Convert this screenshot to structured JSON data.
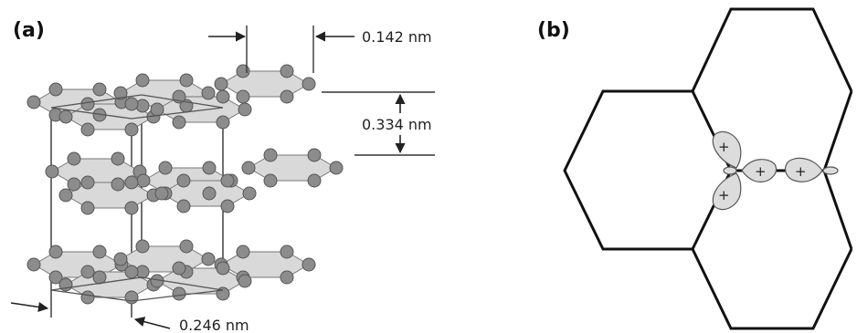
{
  "panels": {
    "a": {
      "label": "(a)"
    },
    "b": {
      "label": "(b)"
    }
  },
  "dimensions": {
    "bond_length": "0.142 nm",
    "interlayer_spacing": "0.334 nm",
    "lattice_constant": "0.246 nm"
  },
  "orbital_signs": [
    "+",
    "+",
    "+",
    "+"
  ],
  "colors": {
    "atom": "#8c8c8c",
    "sheet": "#d9d9d9",
    "hexagon": "#111111",
    "lobe": "#dcdcdc"
  }
}
